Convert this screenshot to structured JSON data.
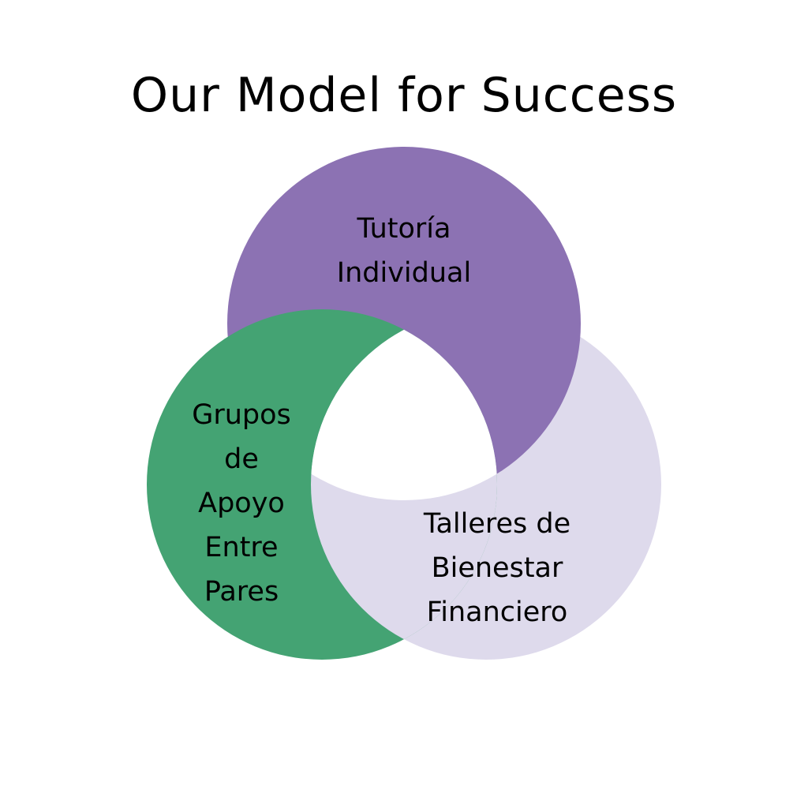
{
  "title": "Our Model for Success",
  "colors": {
    "purple": "#8C72B3",
    "green": "#44A373",
    "lavender": "#DEDAEC",
    "center": "#FFFFFF"
  },
  "circles": [
    {
      "id": "tutoria",
      "lines": [
        "Tutoría",
        "Individual"
      ]
    },
    {
      "id": "grupos",
      "lines": [
        "Grupos",
        "de",
        "Apoyo",
        "Entre",
        "Pares"
      ]
    },
    {
      "id": "talleres",
      "lines": [
        "Talleres de",
        "Bienestar",
        "Financiero"
      ]
    }
  ]
}
